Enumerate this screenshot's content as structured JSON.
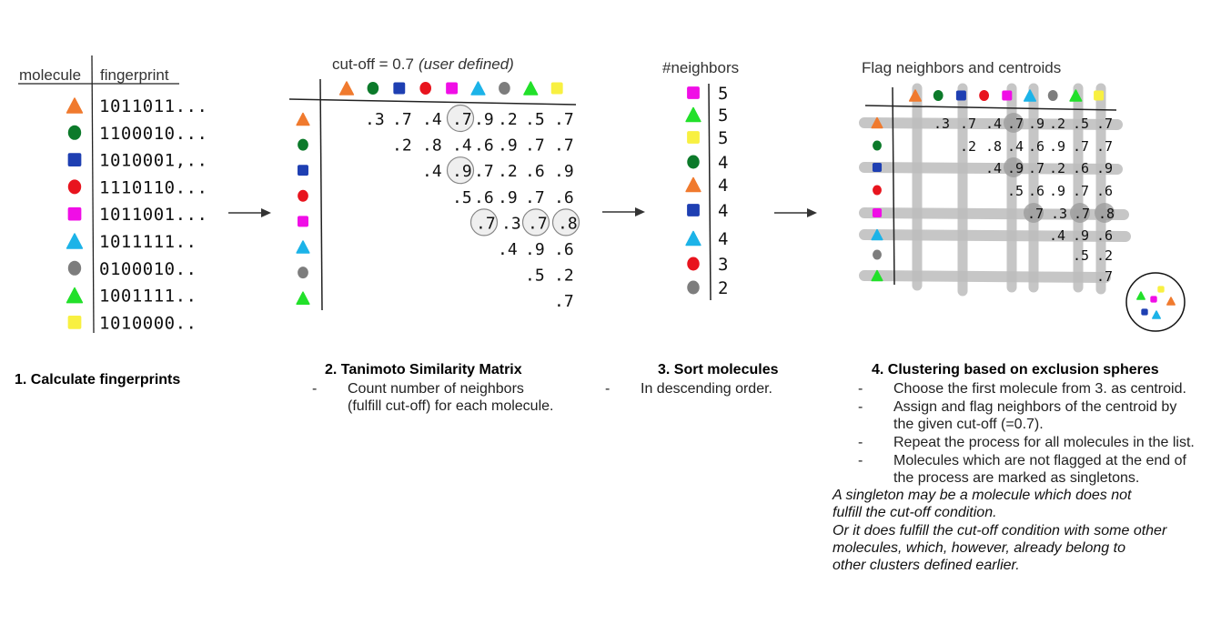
{
  "colors": {
    "orange": "#f07a2e",
    "green": "#0c7a2a",
    "blue": "#1e3fb2",
    "red": "#e8141e",
    "magenta": "#f00ee6",
    "cyan": "#1cb3e8",
    "gray": "#7d7d7d",
    "lime": "#22e02a",
    "yellow": "#f8f041"
  },
  "molecule_order": [
    "orange",
    "green",
    "blue",
    "red",
    "magenta",
    "cyan",
    "gray",
    "lime",
    "yellow"
  ],
  "shapes": {
    "orange": "triangle",
    "green": "circle",
    "blue": "square",
    "red": "circle",
    "magenta": "square",
    "cyan": "triangle",
    "gray": "circle",
    "lime": "triangle",
    "yellow": "square"
  },
  "panel1": {
    "header_molecule": "molecule",
    "header_fingerprint": "fingerprint",
    "fingerprints": [
      "1011011...",
      "1100010...",
      "1010001,..",
      "1110110...",
      "1011001...",
      "1011111..",
      "0100010..",
      "1001111..",
      "1010000.."
    ],
    "caption": "1. Calculate fingerprints"
  },
  "panel2": {
    "title": "cut-off = 0.7",
    "title_italic": "(user defined)",
    "rows": [
      [
        ".3",
        ".7",
        ".4",
        ".7",
        ".9",
        ".2",
        ".5",
        ".7"
      ],
      [
        ".2",
        ".8",
        ".4",
        ".6",
        ".9",
        ".7",
        ".7"
      ],
      [
        ".4",
        ".9",
        ".7",
        ".2",
        ".6",
        ".9"
      ],
      [
        ".5",
        ".6",
        ".9",
        ".7",
        ".6"
      ],
      [
        ".7",
        ".3",
        ".7",
        ".8"
      ],
      [
        ".4",
        ".9",
        ".6"
      ],
      [
        ".5",
        ".2"
      ],
      [
        ".7"
      ]
    ],
    "caption": "2. Tanimoto Similarity Matrix",
    "bullets": [
      "Count number of neighbors",
      "(fulfill cut-off) for each molecule."
    ]
  },
  "panel3": {
    "title": "#neighbors",
    "sorted": [
      {
        "color": "magenta",
        "count": "5"
      },
      {
        "color": "lime",
        "count": "5"
      },
      {
        "color": "yellow",
        "count": "5"
      },
      {
        "color": "green",
        "count": "4"
      },
      {
        "color": "orange",
        "count": "4"
      },
      {
        "color": "blue",
        "count": "4"
      },
      {
        "color": "cyan",
        "count": "4"
      },
      {
        "color": "red",
        "count": "3"
      },
      {
        "color": "gray",
        "count": "2"
      }
    ],
    "caption": "3. Sort molecules",
    "bullet": "In descending order."
  },
  "panel4": {
    "title": "Flag neighbors and centroids",
    "caption": "4. Clustering based on exclusion spheres",
    "bullets": [
      "Choose the first molecule from 3. as centroid.",
      "Assign and flag neighbors of the centroid by",
      "the given cut-off (=0.7).",
      "Repeat the process for all molecules in the list.",
      "Molecules which are not flagged at the end of",
      "the process are marked as singletons."
    ],
    "note": [
      "A singleton may be a molecule which does not",
      "fulfill the cut-off condition.",
      "Or it does fulfill the cut-off condition with some other",
      "molecules, which, however, already belong to",
      "other clusters defined earlier."
    ]
  },
  "arrows": [
    "arrow-1-2",
    "arrow-2-3",
    "arrow-3-4"
  ]
}
